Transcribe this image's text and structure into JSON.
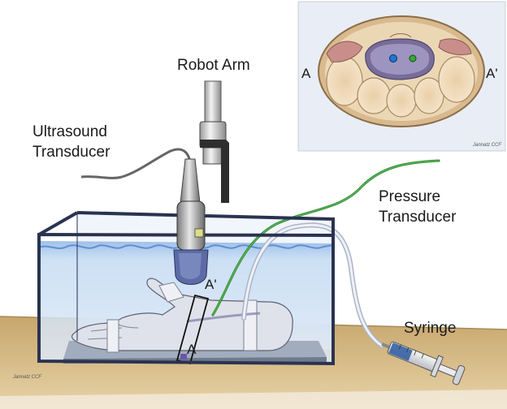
{
  "labels": {
    "robot_arm": "Robot Arm",
    "ultrasound_line1": "Ultrasound",
    "ultrasound_line2": "Transducer",
    "pressure_line1": "Pressure",
    "pressure_line2": "Transducer",
    "syringe": "Syringe",
    "inset_a": "A",
    "inset_a_prime": "A'",
    "plane_a": "A",
    "plane_a_prime": "A'"
  },
  "signatures": {
    "inset_artist": "Jannatz CCF",
    "main_artist": "Jannatz CCF"
  },
  "colors": {
    "table_wood": "#d8bf8f",
    "tank_frame": "#2a3350",
    "water": "#b8d2ee",
    "tubing_green": "#2e8b2e",
    "tubing_clear": "#b9c4d8",
    "cable_gray": "#6f6f6f",
    "inset_bg": "#e9edf5",
    "tendon_sheath": "#b2acc9",
    "bone": "#f0dcc0",
    "syringe_blue": "#2d5aa0"
  }
}
